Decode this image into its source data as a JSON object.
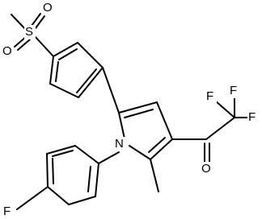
{
  "molecule": {
    "atoms": {
      "methyl_sulfone": "S",
      "sulfonyl_o_top": "O",
      "sulfonyl_o_left": "O",
      "pyrrole_n": "N",
      "fluoro": "F",
      "tfa_f_top_left": "F",
      "tfa_f_top_right": "F",
      "tfa_f_right": "F",
      "ketone_o": "O"
    },
    "colors": {
      "bond": "#000000",
      "text": "#000000",
      "background": "#ffffff"
    }
  }
}
